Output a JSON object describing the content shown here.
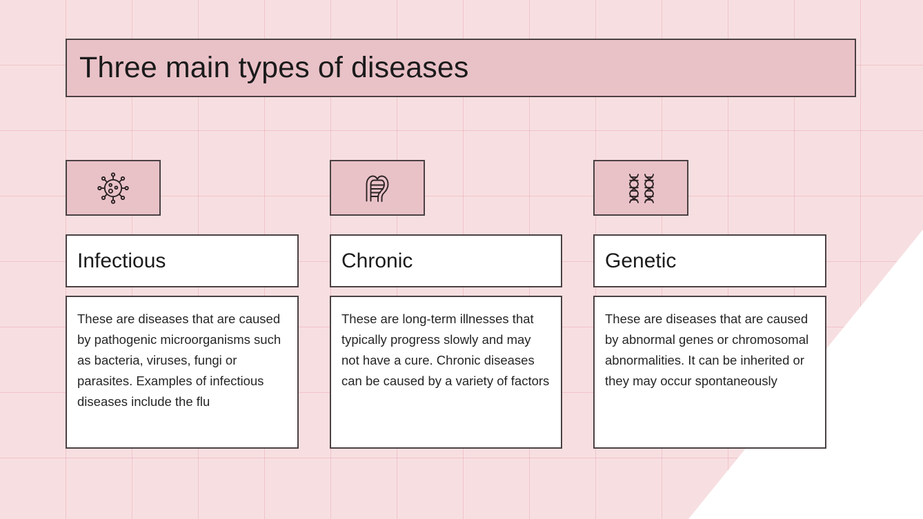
{
  "slide": {
    "title": "Three main types of diseases",
    "background_color": "#f7dfe1",
    "accent_color": "#e9c2c8",
    "grid_line_color": "#e496a0",
    "outline_color": "#4a4042",
    "card_color": "#ffffff",
    "corner_fold_color": "#ffffff"
  },
  "columns": [
    {
      "icon": "virus-icon",
      "heading": "Infectious",
      "body": "These are diseases that are caused by pathogenic microorganisms such as bacteria, viruses, fungi or parasites. Examples of infectious diseases include the flu"
    },
    {
      "icon": "intestine-icon",
      "heading": "Chronic",
      "body": "These are long-term illnesses that typically progress slowly and may not have a cure. Chronic diseases can be caused by a variety of factors"
    },
    {
      "icon": "dna-icon",
      "heading": "Genetic",
      "body": "These are diseases that are caused by abnormal genes or chromosomal abnormalities. It can be inherited or they may occur spontaneously"
    }
  ]
}
